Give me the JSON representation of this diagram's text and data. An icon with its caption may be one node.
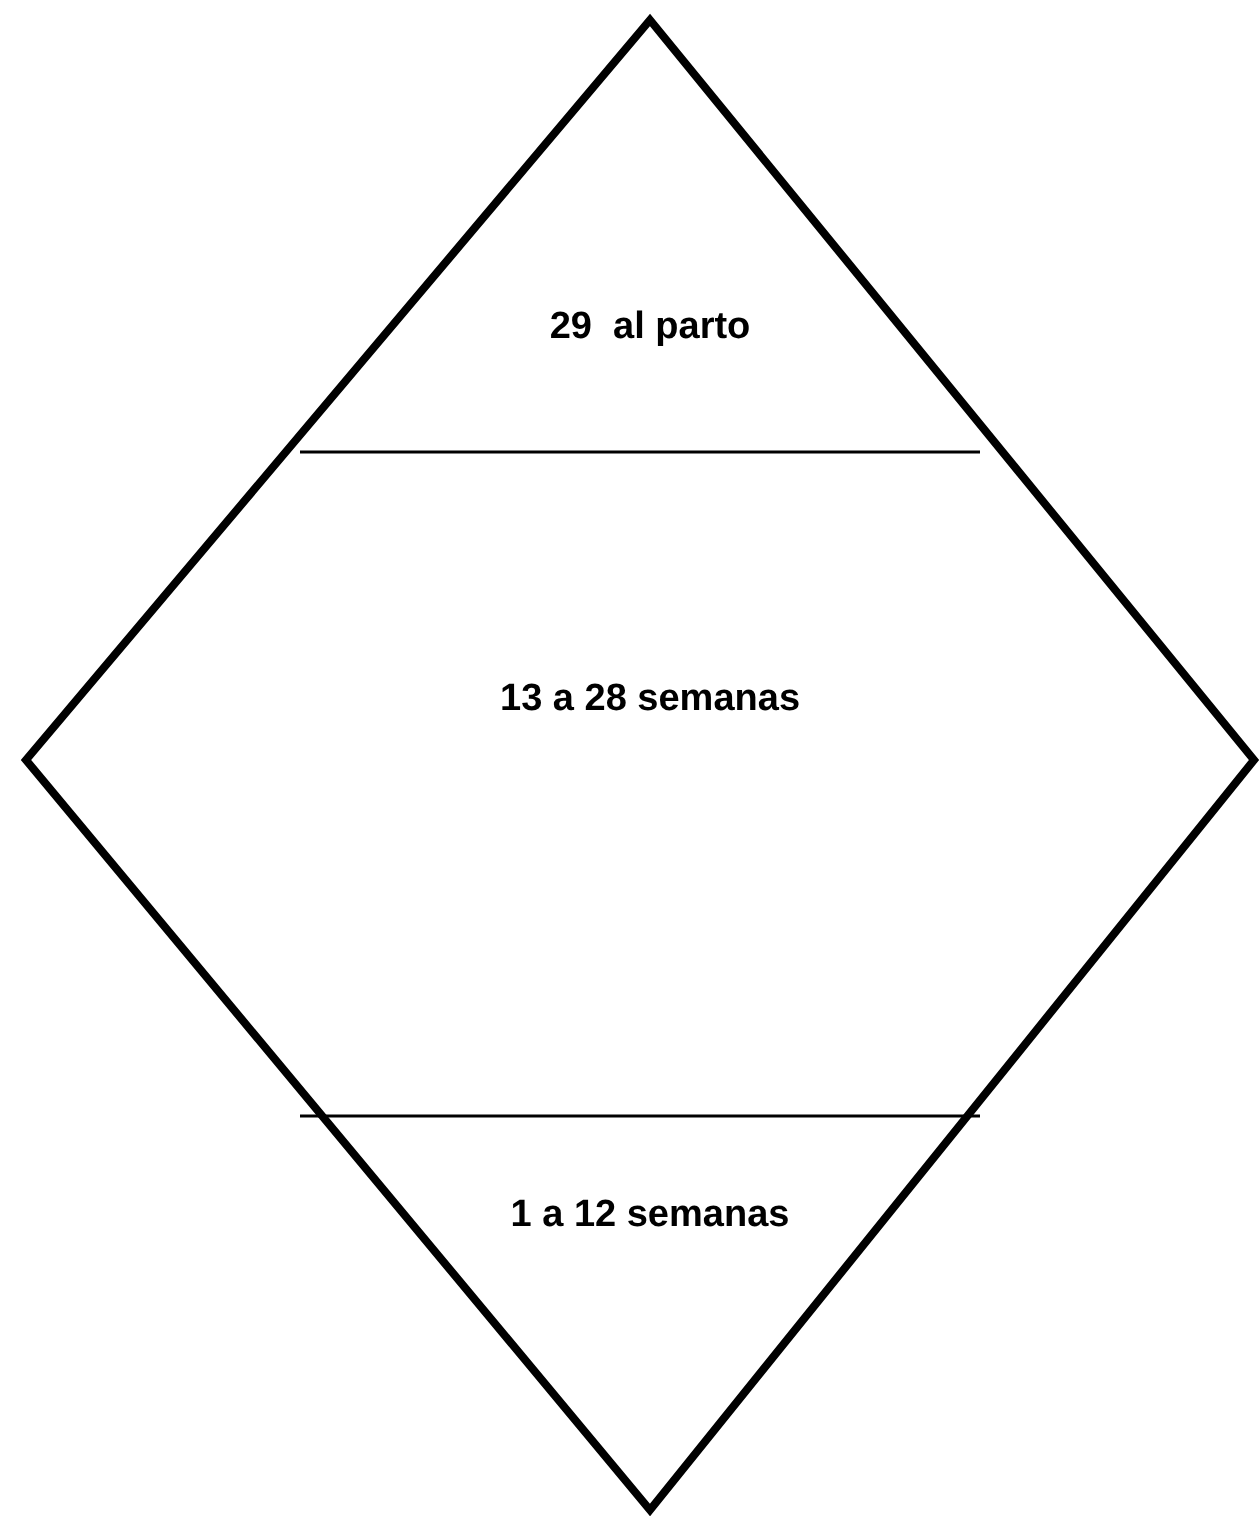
{
  "diagram": {
    "nodes": [
      {
        "text": [],
        "shape": "diamond"
      },
      {
        "text": [
          "29  al parto"
        ],
        "in": 0
      },
      {
        "text": [
          "13 a 28 semanas"
        ],
        "in": 0
      },
      {
        "text": [
          "1 a 12 semanas"
        ],
        "in": 0
      }
    ]
  }
}
